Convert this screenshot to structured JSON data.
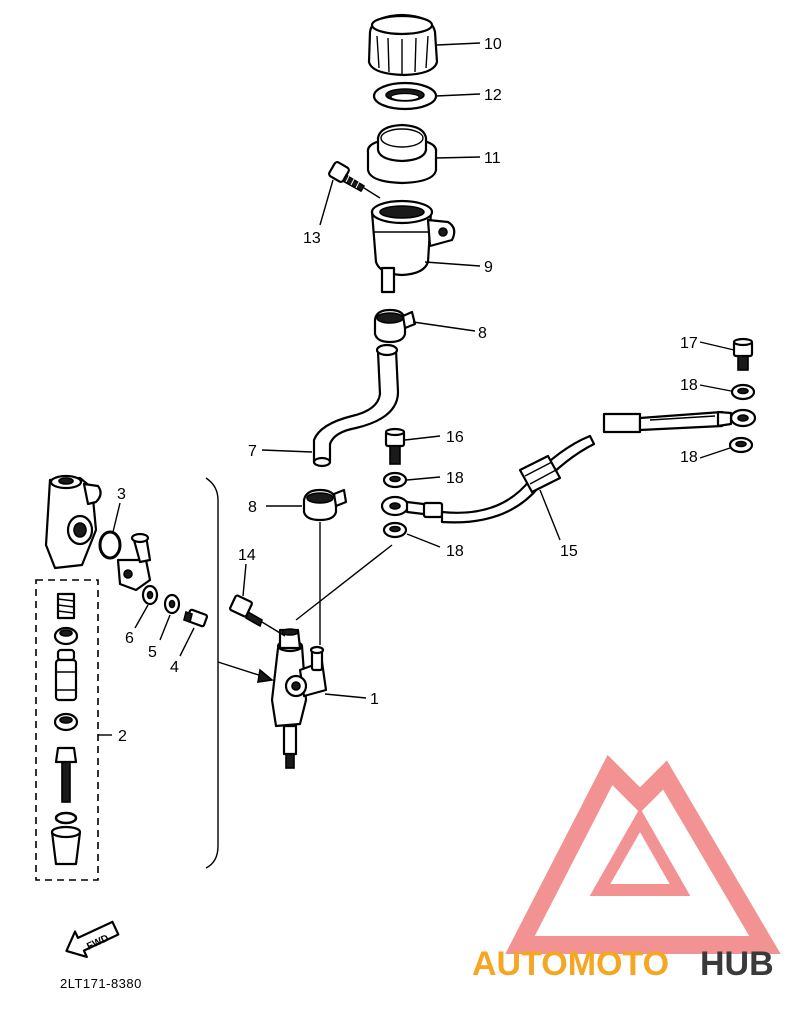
{
  "parts": [
    {
      "id": "10",
      "label": "10"
    },
    {
      "id": "12",
      "label": "12"
    },
    {
      "id": "11",
      "label": "11"
    },
    {
      "id": "13",
      "label": "13"
    },
    {
      "id": "9",
      "label": "9"
    },
    {
      "id": "8a",
      "label": "8"
    },
    {
      "id": "17",
      "label": "17"
    },
    {
      "id": "18a",
      "label": "18"
    },
    {
      "id": "7",
      "label": "7"
    },
    {
      "id": "16",
      "label": "16"
    },
    {
      "id": "18b",
      "label": "18"
    },
    {
      "id": "18c",
      "label": "18"
    },
    {
      "id": "3",
      "label": "3"
    },
    {
      "id": "8b",
      "label": "8"
    },
    {
      "id": "18d",
      "label": "18"
    },
    {
      "id": "15",
      "label": "15"
    },
    {
      "id": "14",
      "label": "14"
    },
    {
      "id": "6",
      "label": "6"
    },
    {
      "id": "5",
      "label": "5"
    },
    {
      "id": "4",
      "label": "4"
    },
    {
      "id": "1",
      "label": "1"
    },
    {
      "id": "2",
      "label": "2"
    }
  ],
  "fwd_label": "FWD",
  "diagram_code": "2LT171-8380",
  "watermark": {
    "part1": "AUTOMOTO",
    "part2": "HUB",
    "color_accent": "#f5a623",
    "color_logo": "#f08080",
    "color_dark": "#3a3a3a"
  }
}
